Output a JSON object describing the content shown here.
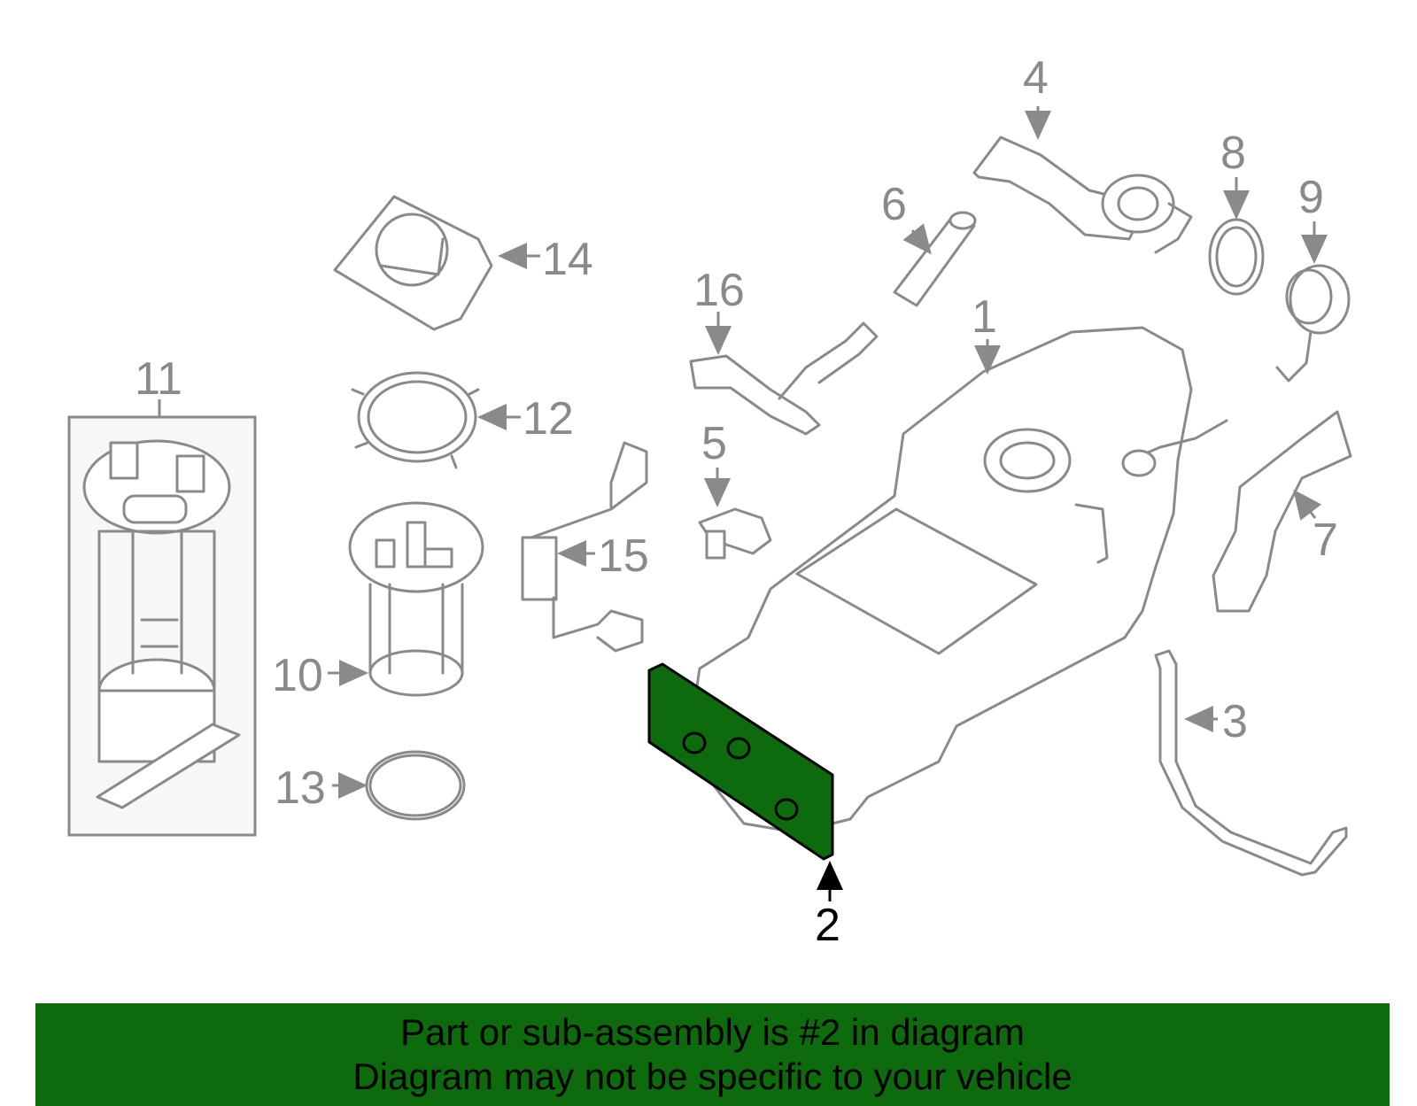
{
  "colors": {
    "highlight": "#0d6b0d",
    "line": "#8a8a8a",
    "banner": "#0d6b0d",
    "text": "#000000"
  },
  "callouts": {
    "c1": "1",
    "c2": "2",
    "c3": "3",
    "c4": "4",
    "c5": "5",
    "c6": "6",
    "c7": "7",
    "c8": "8",
    "c9": "9",
    "c10": "10",
    "c11": "11",
    "c12": "12",
    "c13": "13",
    "c14": "14",
    "c15": "15",
    "c16": "16"
  },
  "highlighted_part": "2",
  "banner": {
    "line1": "Part or sub-assembly is #2 in diagram",
    "line2": "Diagram may not be specific to your vehicle"
  }
}
